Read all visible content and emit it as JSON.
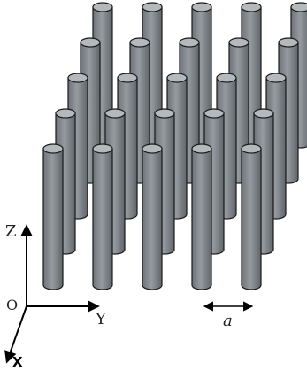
{
  "diagram": {
    "rod_grid": {
      "rows": 5,
      "cols": 5
    },
    "colors": {
      "rod_fill": "#8a9096",
      "rod_dark": "#5e6469",
      "rod_top": "#b4b9bd",
      "stroke": "#1a1a1a",
      "axis": "#000000"
    },
    "axes": {
      "z": "Z",
      "y": "Y",
      "x": "X",
      "origin": "O"
    },
    "lattice_label": "a"
  }
}
